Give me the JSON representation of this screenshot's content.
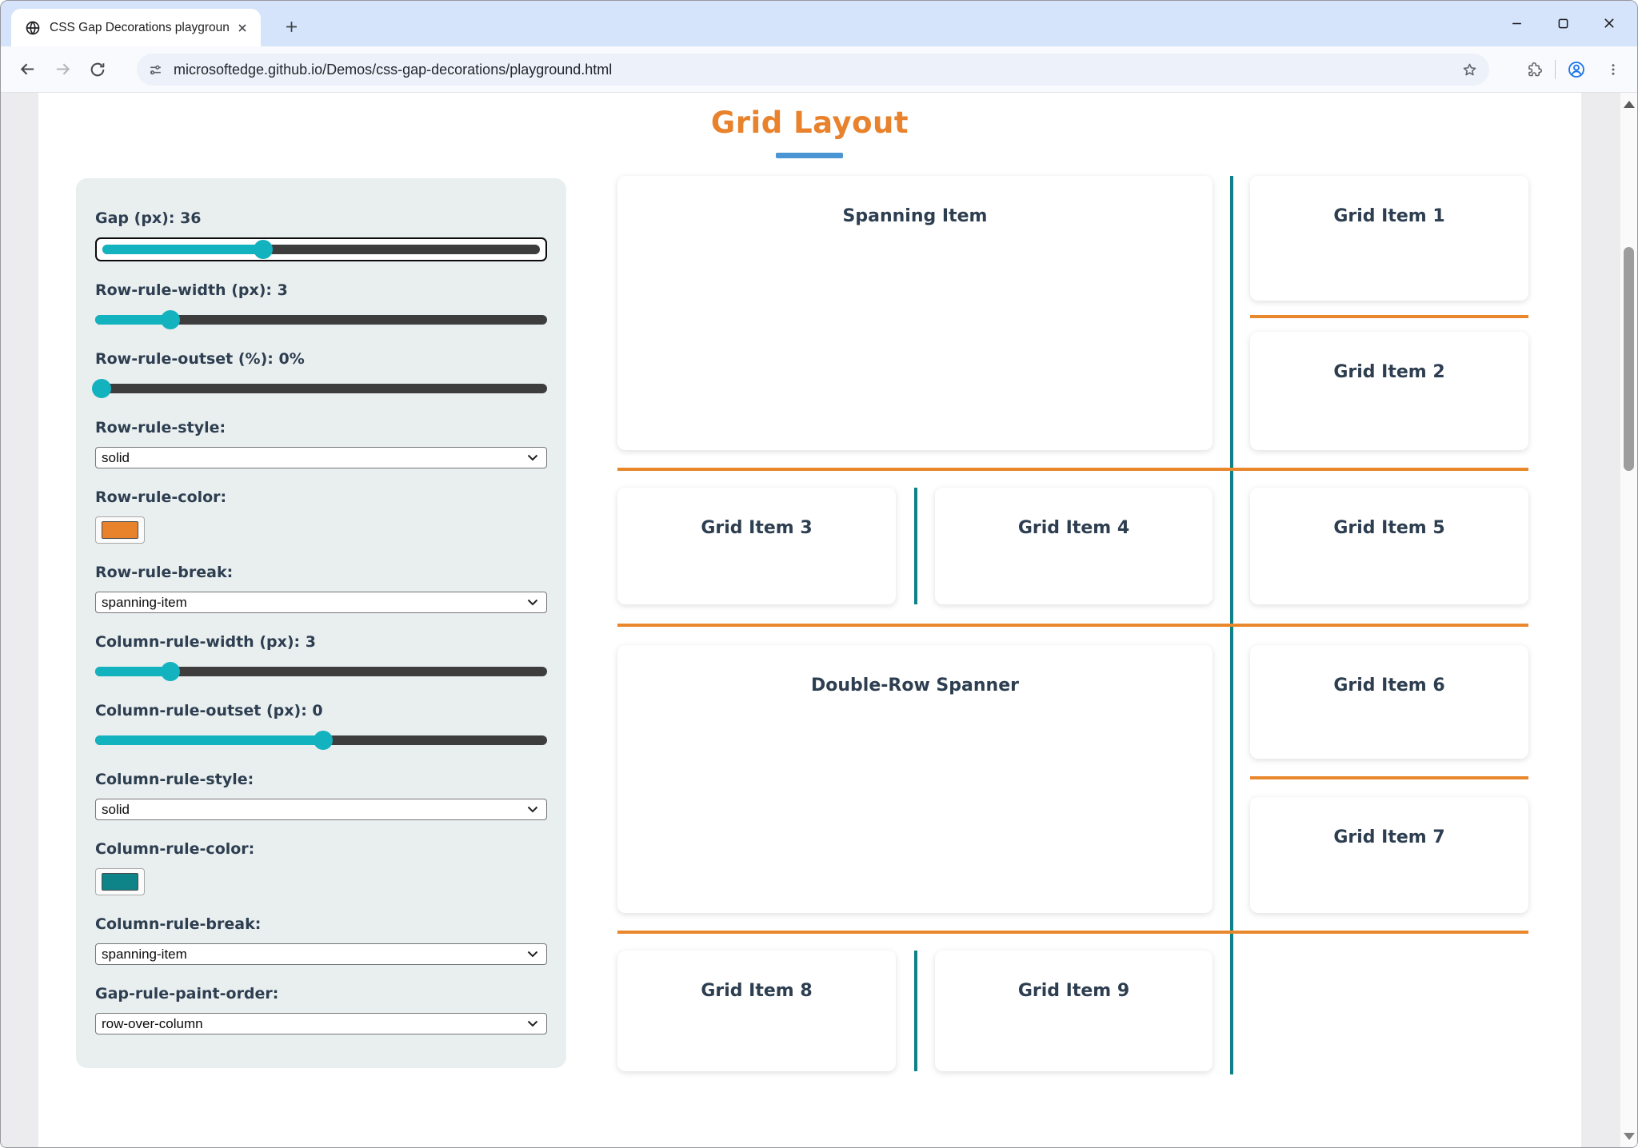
{
  "browser": {
    "tab": {
      "title": "CSS Gap Decorations playgroun"
    },
    "url": "microsoftedge.github.io/Demos/css-gap-decorations/playground.html"
  },
  "page": {
    "title": "Grid Layout"
  },
  "colors": {
    "title": "#e8822d",
    "underline": "#4a96d4",
    "slider_accent": "#12b2be",
    "row_rule": "#e8872c",
    "column_rule": "#0e8287",
    "label_text": "#2d3e50"
  },
  "controls": {
    "gap": {
      "label": "Gap (px): 36",
      "fill": 36.7
    },
    "row_rule_width": {
      "label": "Row-rule-width (px): 3",
      "fill": 16.7
    },
    "row_rule_outset": {
      "label": "Row-rule-outset (%): 0%",
      "fill": 1.5
    },
    "row_rule_style": {
      "label": "Row-rule-style:",
      "value": "solid"
    },
    "row_rule_color": {
      "label": "Row-rule-color:",
      "value": "#e8832b"
    },
    "row_rule_break": {
      "label": "Row-rule-break:",
      "value": "spanning-item"
    },
    "column_rule_width": {
      "label": "Column-rule-width (px): 3",
      "fill": 16.7
    },
    "column_rule_outset": {
      "label": "Column-rule-outset (px): 0",
      "fill": 50.5
    },
    "column_rule_style": {
      "label": "Column-rule-style:",
      "value": "solid"
    },
    "column_rule_color": {
      "label": "Column-rule-color:",
      "value": "#0e8488"
    },
    "column_rule_break": {
      "label": "Column-rule-break:",
      "value": "spanning-item"
    },
    "gap_rule_paint_order": {
      "label": "Gap-rule-paint-order:",
      "value": "row-over-column"
    }
  },
  "grid": {
    "items": [
      "Spanning Item",
      "Grid Item 1",
      "Grid Item 2",
      "Grid Item 3",
      "Grid Item 4",
      "Grid Item 5",
      "Double-Row Spanner",
      "Grid Item 6",
      "Grid Item 7",
      "Grid Item 8",
      "Grid Item 9"
    ]
  }
}
